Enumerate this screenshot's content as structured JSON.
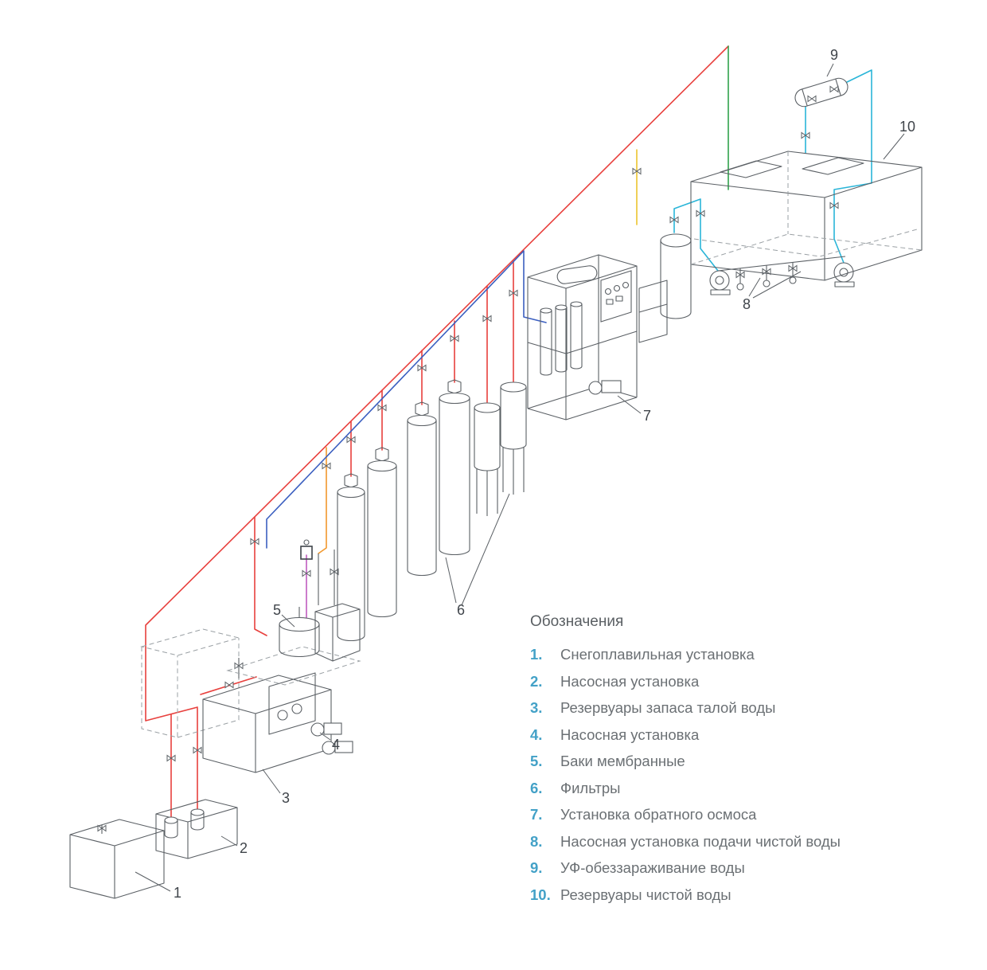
{
  "legend": {
    "title": "Обозначения",
    "items": [
      {
        "num": "1.",
        "label": "Снегоплавильная установка"
      },
      {
        "num": "2.",
        "label": "Насосная установка"
      },
      {
        "num": "3.",
        "label": "Резервуары запаса талой воды"
      },
      {
        "num": "4.",
        "label": "Насосная установка"
      },
      {
        "num": "5.",
        "label": "Баки мембранные"
      },
      {
        "num": "6.",
        "label": "Фильтры"
      },
      {
        "num": "7.",
        "label": "Установка обратного осмоса"
      },
      {
        "num": "8.",
        "label": "Насосная установка подачи чистой воды"
      },
      {
        "num": "9.",
        "label": "УФ-обеззараживание воды"
      },
      {
        "num": "10.",
        "label": "Резервуары чистой воды"
      }
    ]
  },
  "diagram": {
    "callouts": [
      "1",
      "2",
      "3",
      "4",
      "5",
      "6",
      "7",
      "8",
      "9",
      "10"
    ],
    "colors": {
      "pipe_red": "#e8403d",
      "pipe_green": "#2fa14b",
      "pipe_cyan": "#2ab5d8",
      "pipe_blue": "#3b5fc0",
      "pipe_yellow": "#ecc52e",
      "pipe_orange": "#f2982d",
      "pipe_magenta": "#c05cc0",
      "equipment_line": "#5b6065",
      "legend_number": "#43a1c7",
      "legend_text": "#6b7074"
    }
  }
}
